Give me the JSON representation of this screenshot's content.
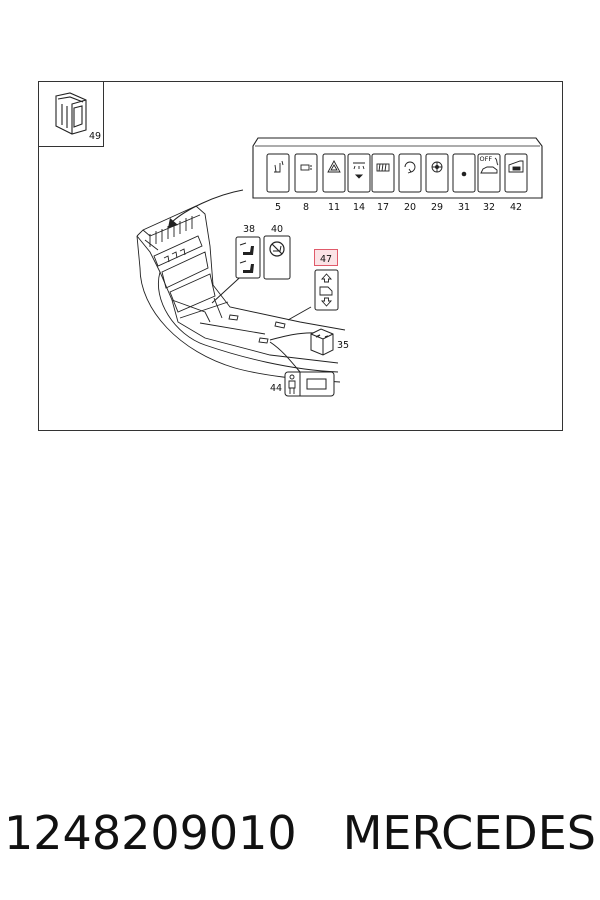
{
  "diagram": {
    "inset_label": "49",
    "panel_numbers": [
      "5",
      "8",
      "11",
      "14",
      "17",
      "20",
      "29",
      "31",
      "32",
      "42"
    ],
    "off_text": "OFF",
    "callouts": {
      "seat_switch": "38",
      "disabled_switch": "40",
      "window_switch": "47",
      "relay": "35",
      "child_lock": "44"
    },
    "highlight_color": "#e05a6a"
  },
  "caption": {
    "part_number": "1248209010",
    "brand": "MERCEDES"
  }
}
